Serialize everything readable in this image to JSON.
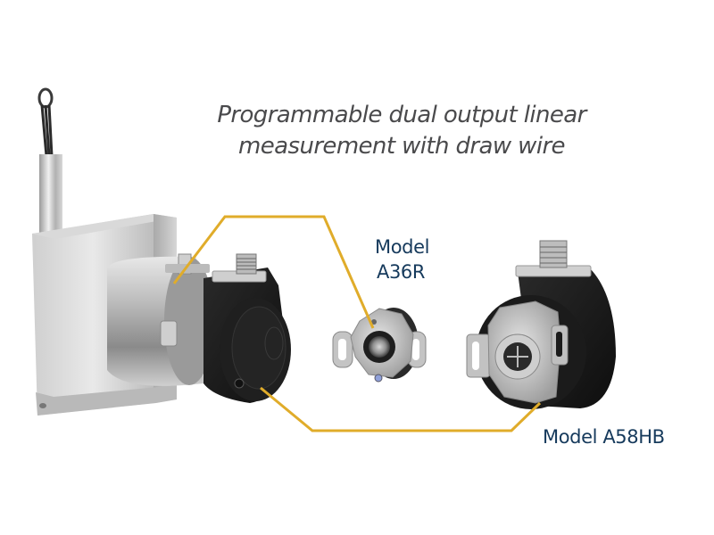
{
  "headline": {
    "line1": "Programmable dual output linear",
    "line2": "measurement with draw wire"
  },
  "labels": {
    "a36r": {
      "line1": "Model",
      "line2": "A36R"
    },
    "a58hb": "Model A58HB"
  },
  "colors": {
    "callout_line": "#e0ac2a",
    "label_text": "#163a5c",
    "headline_text": "#4a4a4c",
    "background": "#ffffff"
  },
  "products": [
    {
      "name": "draw-wire-sensor",
      "description": "draw wire linear sensor with mounted encoder"
    },
    {
      "name": "encoder-a36r",
      "description": "hollow shaft encoder Model A36R"
    },
    {
      "name": "encoder-a58hb",
      "description": "hollow shaft encoder Model A58HB"
    }
  ]
}
